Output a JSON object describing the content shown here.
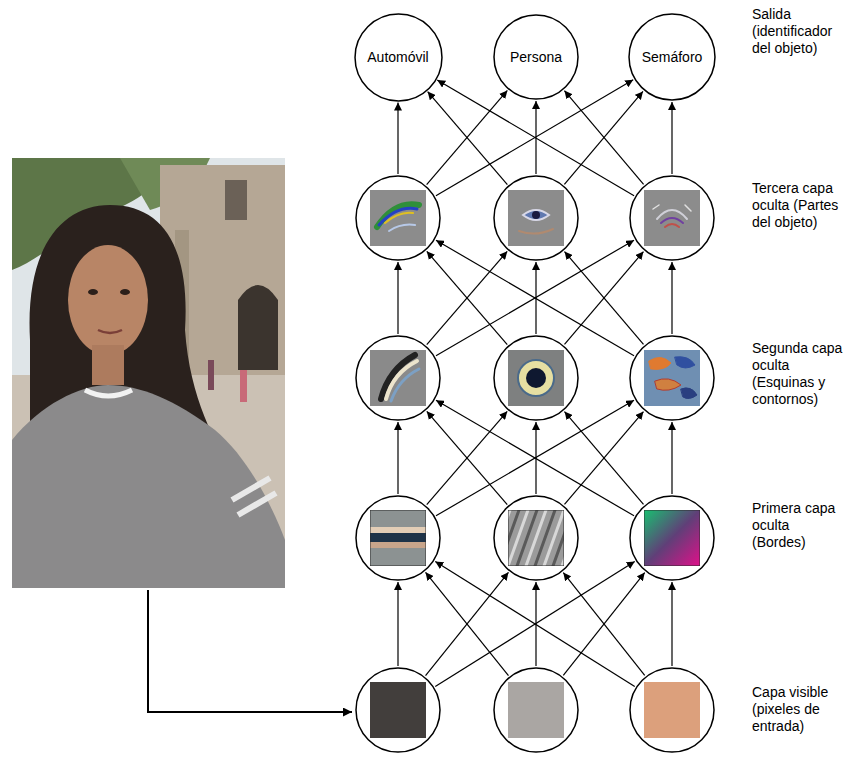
{
  "diagram": {
    "nodes": [
      {
        "text": [
          "Automóvil"
        ]
      },
      {
        "text": [
          "Persona"
        ]
      },
      {
        "text": [
          "Semáforo"
        ]
      },
      {
        "text": []
      },
      {
        "text": []
      },
      {
        "text": []
      },
      {
        "text": []
      },
      {
        "text": []
      },
      {
        "text": []
      },
      {
        "text": []
      },
      {
        "text": []
      },
      {
        "text": []
      },
      {
        "text": []
      },
      {
        "text": []
      },
      {
        "text": []
      }
    ],
    "edges": [
      {
        "from": 3,
        "to": 0,
        "arrow": "to"
      },
      {
        "from": 3,
        "to": 1,
        "arrow": "to"
      },
      {
        "from": 3,
        "to": 2,
        "arrow": "to"
      },
      {
        "from": 4,
        "to": 0,
        "arrow": "to"
      },
      {
        "from": 4,
        "to": 1,
        "arrow": "to"
      },
      {
        "from": 4,
        "to": 2,
        "arrow": "to"
      },
      {
        "from": 5,
        "to": 0,
        "arrow": "to"
      },
      {
        "from": 5,
        "to": 1,
        "arrow": "to"
      },
      {
        "from": 5,
        "to": 2,
        "arrow": "to"
      },
      {
        "from": 6,
        "to": 3,
        "arrow": "to"
      },
      {
        "from": 6,
        "to": 4,
        "arrow": "to"
      },
      {
        "from": 6,
        "to": 5,
        "arrow": "to"
      },
      {
        "from": 7,
        "to": 3,
        "arrow": "to"
      },
      {
        "from": 7,
        "to": 4,
        "arrow": "to"
      },
      {
        "from": 7,
        "to": 5,
        "arrow": "to"
      },
      {
        "from": 8,
        "to": 3,
        "arrow": "to"
      },
      {
        "from": 8,
        "to": 4,
        "arrow": "to"
      },
      {
        "from": 8,
        "to": 5,
        "arrow": "to"
      },
      {
        "from": 9,
        "to": 6,
        "arrow": "to"
      },
      {
        "from": 9,
        "to": 7,
        "arrow": "to"
      },
      {
        "from": 9,
        "to": 8,
        "arrow": "to"
      },
      {
        "from": 10,
        "to": 6,
        "arrow": "to"
      },
      {
        "from": 10,
        "to": 7,
        "arrow": "to"
      },
      {
        "from": 10,
        "to": 8,
        "arrow": "to"
      },
      {
        "from": 11,
        "to": 6,
        "arrow": "to"
      },
      {
        "from": 11,
        "to": 7,
        "arrow": "to"
      },
      {
        "from": 11,
        "to": 8,
        "arrow": "to"
      },
      {
        "from": 12,
        "to": 9,
        "arrow": "to"
      },
      {
        "from": 12,
        "to": 10,
        "arrow": "to"
      },
      {
        "from": 12,
        "to": 11,
        "arrow": "to"
      },
      {
        "from": 13,
        "to": 9,
        "arrow": "to"
      },
      {
        "from": 13,
        "to": 10,
        "arrow": "to"
      },
      {
        "from": 13,
        "to": 11,
        "arrow": "to"
      },
      {
        "from": 14,
        "to": 9,
        "arrow": "to"
      },
      {
        "from": 14,
        "to": 10,
        "arrow": "to"
      },
      {
        "from": 14,
        "to": 11,
        "arrow": "to"
      }
    ],
    "labels": [
      "Salida (identificador del objeto)",
      "Tercera capa oculta (Partes del objeto)",
      "Segunda capa oculta (Esquinas y contornos)",
      "Primera capa oculta (Bordes)",
      "Capa visible (pixeles de entrada)"
    ]
  }
}
